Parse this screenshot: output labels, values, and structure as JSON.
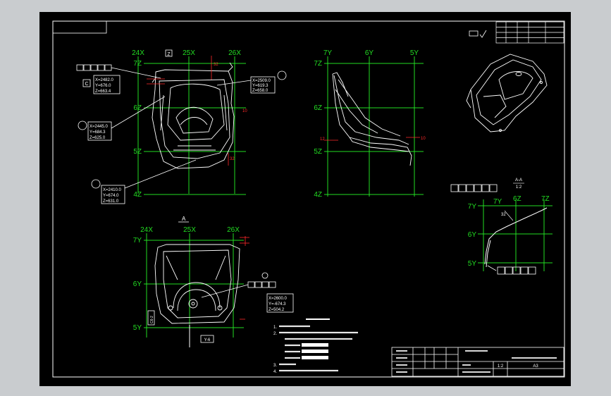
{
  "colors": {
    "canvas_bg": "#c9cccf",
    "paper": "#000000",
    "frame": "#ffffff",
    "grid": "#22dd22",
    "dim": "#ff2a2a",
    "text_white": "#ffffff",
    "text_green": "#22dd22"
  },
  "views": {
    "front": {
      "x_labels": [
        "24X",
        "25X",
        "26X"
      ],
      "z_labels": [
        "7Z",
        "6Z",
        "5Z",
        "4Z"
      ],
      "tag_top": "Z",
      "dim_right": "32",
      "dim_mid": "10",
      "dim_low": "32"
    },
    "side": {
      "y_labels": [
        "7Y",
        "6Y",
        "5Y"
      ],
      "z_labels": [
        "7Z",
        "6Z",
        "5Z",
        "4Z"
      ],
      "dim_left": "12",
      "dim_right": "10"
    },
    "top": {
      "x_labels": [
        "24X",
        "25X",
        "26X"
      ],
      "y_labels": [
        "7Y",
        "6Y",
        "5Y"
      ],
      "section_mark": "A",
      "datum_box": "Y-6",
      "left_tag": "C6-2"
    },
    "section": {
      "y_labels": [
        "7Y",
        "6Z",
        "7Z"
      ],
      "v_labels": [
        "7Y",
        "6Y",
        "5Y"
      ],
      "title": "A-A",
      "scale": "1:2",
      "dim": "32"
    }
  },
  "callouts": {
    "c1": {
      "coords": [
        "X=2482.0",
        "Y=676.0",
        "Z=663.4"
      ],
      "tag": "C"
    },
    "c2": {
      "coords": [
        "X=2445.0",
        "Y=684.3",
        "Z=625.0"
      ]
    },
    "c3": {
      "coords": [
        "X=2410.0",
        "Y=674.0",
        "Z=631.0"
      ]
    },
    "c4": {
      "coords": [
        "X=2509.0",
        "Y=619.3",
        "Z=658.0"
      ]
    },
    "c5": {
      "coords": [
        "X=2600.0",
        "Y=-674.3",
        "Z=504.2"
      ]
    }
  },
  "revision_table": {
    "rows": [
      [
        "",
        "",
        "",
        "",
        ""
      ],
      [
        "",
        "",
        "",
        "",
        ""
      ],
      [
        "",
        "",
        "",
        "",
        ""
      ],
      [
        "",
        "",
        "",
        "",
        ""
      ]
    ]
  },
  "tech_notes": {
    "lines": [
      "1.",
      "2.",
      "",
      "",
      "",
      "",
      "3.",
      "4."
    ]
  },
  "title_block": {
    "scale_label": "1:2",
    "sheet_code": "A3",
    "drawing_no": "",
    "material": "",
    "row_labels": [
      "",
      "",
      "",
      ""
    ]
  }
}
